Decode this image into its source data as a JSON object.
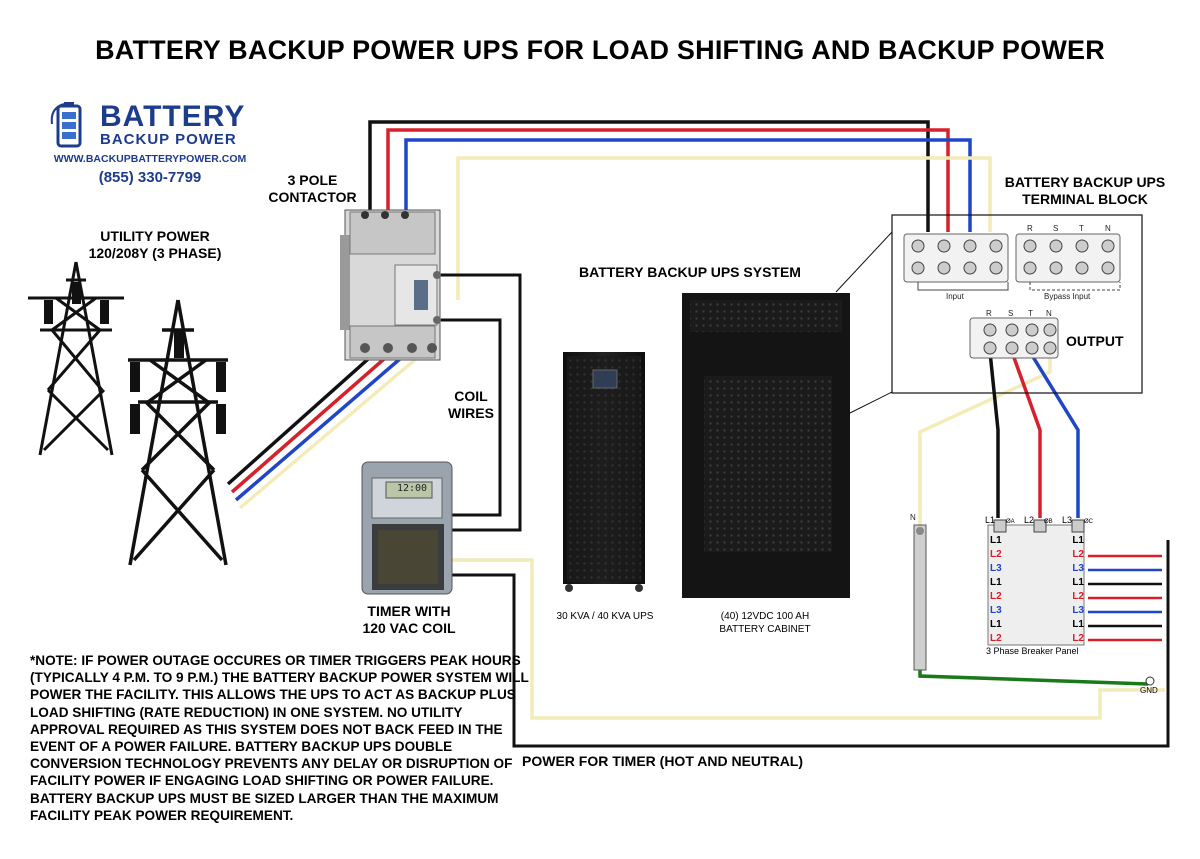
{
  "title": "BATTERY BACKUP POWER UPS FOR LOAD SHIFTING AND BACKUP POWER",
  "logo": {
    "line1": "BATTERY",
    "line2": "BACKUP POWER",
    "url": "WWW.BACKUPBATTERYPOWER.COM",
    "phone": "(855) 330-7799"
  },
  "labels": {
    "contactor_1": "3 POLE",
    "contactor_2": "CONTACTOR",
    "utility_1": "UTILITY POWER",
    "utility_2": "120/208Y (3 PHASE)",
    "coil_1": "COIL",
    "coil_2": "WIRES",
    "timer_1": "TIMER WITH",
    "timer_2": "120 VAC COIL",
    "ups_system": "BATTERY BACKUP UPS SYSTEM",
    "ups_model": "30 KVA / 40 KVA UPS",
    "battery_1": "(40) 12VDC 100 AH",
    "battery_2": "BATTERY CABINET",
    "terminal_1": "BATTERY BACKUP UPS",
    "terminal_2": "TERMINAL BLOCK",
    "output": "OUTPUT",
    "input": "Input",
    "bypass_input": "Bypass Input",
    "panel": "3 Phase Breaker Panel",
    "gnd": "GND",
    "neutral": "N",
    "timer_power": "POWER FOR TIMER (HOT AND NEUTRAL)"
  },
  "terminal_letters": [
    "R",
    "S",
    "T",
    "N"
  ],
  "phase_labels": {
    "l1": "L1",
    "l2": "L2",
    "l3": "L3",
    "a": "ØA",
    "b": "ØB",
    "c": "ØC"
  },
  "breaker_rows": [
    {
      "left": "L1",
      "right": "L1"
    },
    {
      "left": "L2",
      "right": "L2"
    },
    {
      "left": "L3",
      "right": "L3"
    },
    {
      "left": "L1",
      "right": "L1"
    },
    {
      "left": "L2",
      "right": "L2"
    },
    {
      "left": "L3",
      "right": "L3"
    },
    {
      "left": "L1",
      "right": "L1"
    },
    {
      "left": "L2",
      "right": "L2"
    }
  ],
  "timer_display": "12:00",
  "note": "*NOTE: IF POWER OUTAGE OCCURES OR TIMER TRIGGERS PEAK HOURS (TYPICALLY 4 P.M. TO 9 P.M.) THE BATTERY BACKUP POWER SYSTEM WILL POWER THE FACILITY. THIS ALLOWS THE UPS TO ACT AS BACKUP PLUS LOAD SHIFTING (RATE REDUCTION) IN ONE SYSTEM. NO UTILITY APPROVAL REQUIRED AS THIS SYSTEM DOES NOT BACK FEED IN THE EVENT OF A POWER FAILURE. BATTERY BACKUP UPS DOUBLE CONVERSION TECHNOLOGY PREVENTS ANY DELAY OR DISRUPTION OF FACILITY POWER IF ENGAGING LOAD SHIFTING OR POWER FAILURE. BATTERY BACKUP UPS MUST BE SIZED LARGER THAN THE MAXIMUM FACILITY PEAK POWER REQUIREMENT.",
  "colors": {
    "hot_black": "#111111",
    "hot_red": "#d6202a",
    "hot_blue": "#1f46c8",
    "neutral": "#f4ecb8",
    "ground": "#1a7a1a",
    "logo_blue": "#1e3c8c"
  }
}
